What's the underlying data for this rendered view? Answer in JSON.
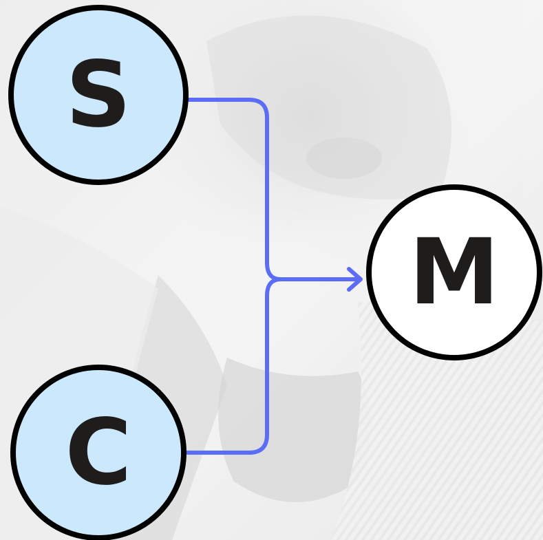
{
  "nodes": {
    "s": {
      "label": "S"
    },
    "c": {
      "label": "C"
    },
    "m": {
      "label": "M"
    }
  },
  "colors": {
    "input_fill": "#cce8fd",
    "output_fill": "#ffffff",
    "stroke": "#000000",
    "connector": "#5b6cf6",
    "label": "#1f1c1c"
  },
  "background": {
    "description_icon": "faded-portrait-photo-icon"
  }
}
